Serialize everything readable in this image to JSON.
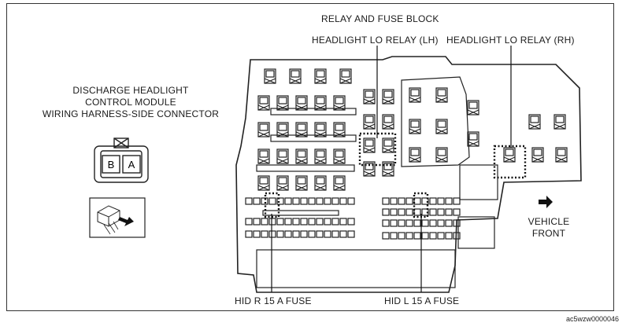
{
  "labels": {
    "relay_block": "RELAY AND FUSE BLOCK",
    "relay_lh": "HEADLIGHT LO RELAY (LH)",
    "relay_rh": "HEADLIGHT LO RELAY (RH)",
    "module_line1": "DISCHARGE HEADLIGHT",
    "module_line2": "CONTROL MODULE",
    "module_line3": "WIRING HARNESS-SIDE CONNECTOR",
    "pin_b": "B",
    "pin_a": "A",
    "vehicle_front_line1": "VEHICLE",
    "vehicle_front_line2": "FRONT",
    "fuse_r": "HID R 15 A FUSE",
    "fuse_l": "HID L 15 A FUSE",
    "figure_code": "ac5wzw0000046"
  },
  "icons": {
    "arrow": "arrow-right-icon",
    "connector_view": "connector-insertion-icon"
  }
}
